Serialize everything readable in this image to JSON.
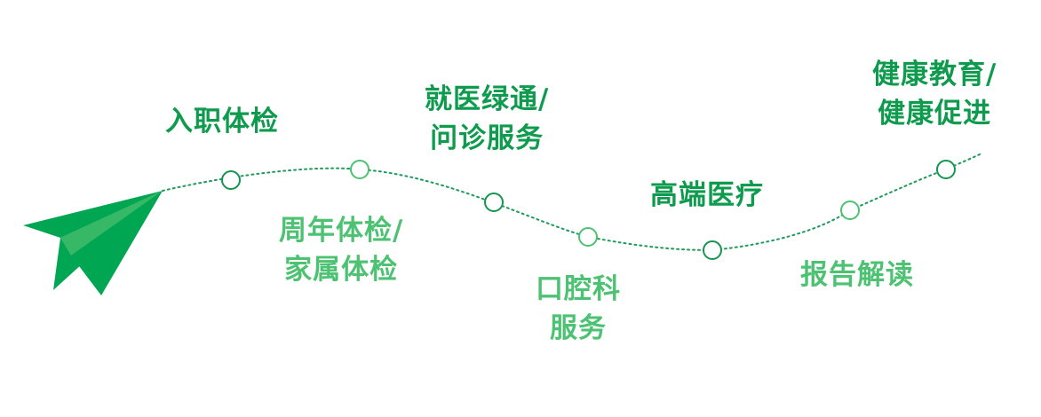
{
  "colors": {
    "plane_dark": "#00a651",
    "plane_light": "#37b866",
    "path_line": "#1e9a5a",
    "node_stroke": "#14964f",
    "label_dark": "#0f9b4e",
    "label_light": "#4cc272"
  },
  "icons": {
    "plane": "paper-plane-icon"
  },
  "steps": [
    {
      "lines": [
        "入职体检"
      ],
      "position": "above"
    },
    {
      "lines": [
        "周年体检/",
        "家属体检"
      ],
      "position": "below"
    },
    {
      "lines": [
        "就医绿通/",
        "问诊服务"
      ],
      "position": "above"
    },
    {
      "lines": [
        "口腔科",
        "服务"
      ],
      "position": "below"
    },
    {
      "lines": [
        "高端医疗"
      ],
      "position": "above"
    },
    {
      "lines": [
        "报告解读"
      ],
      "position": "below"
    },
    {
      "lines": [
        "健康教育/",
        "健康促进"
      ],
      "position": "above"
    }
  ]
}
